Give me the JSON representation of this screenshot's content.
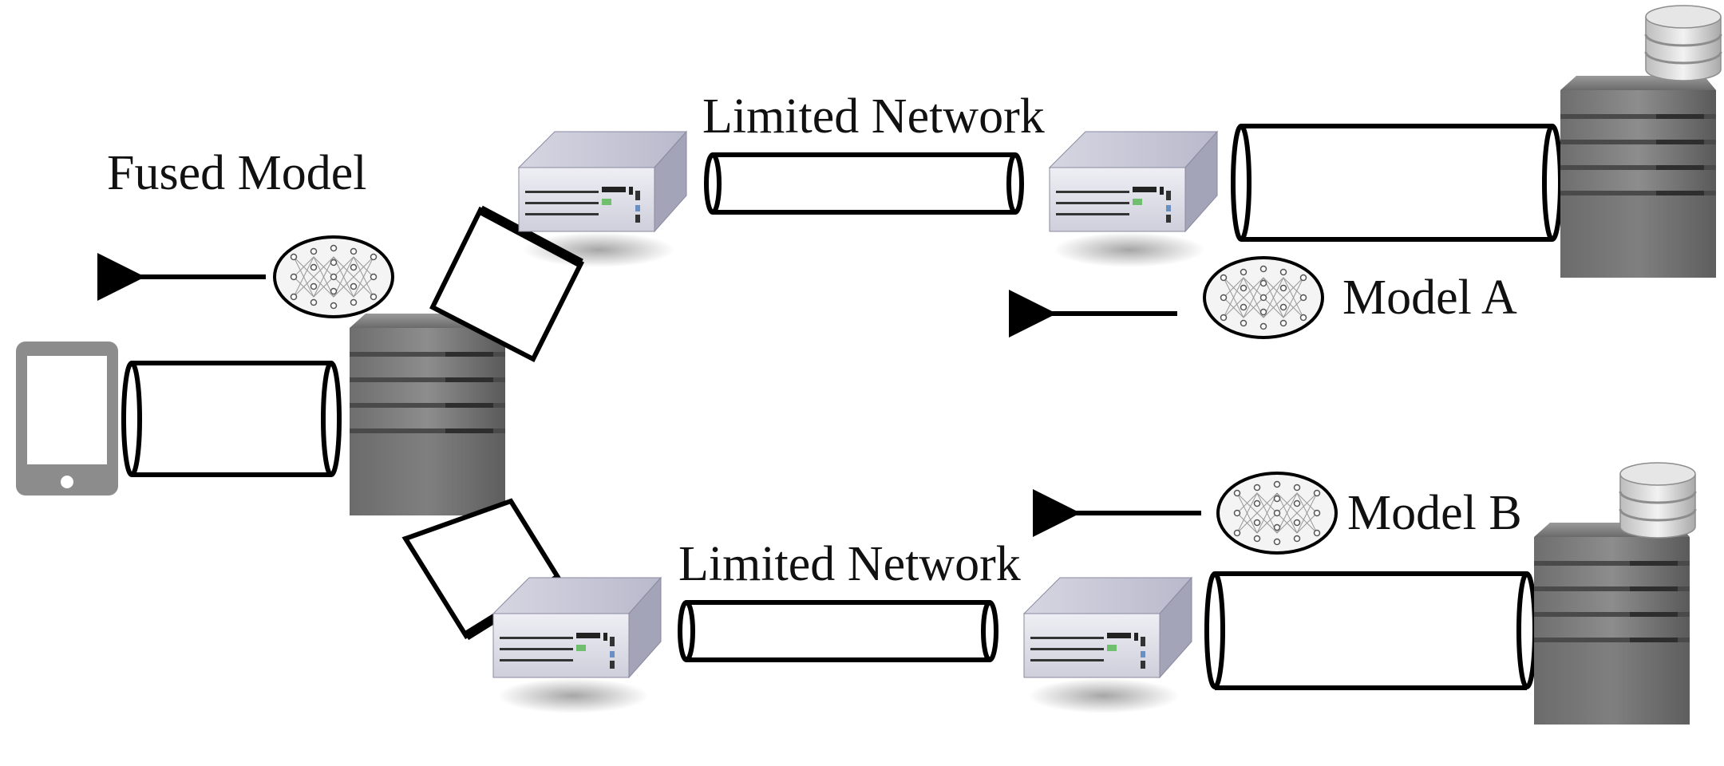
{
  "labels": {
    "fused_model": "Fused Model",
    "network_top": "Limited Network",
    "network_bottom": "Limited Network",
    "model_a": "Model A",
    "model_b": "Model B"
  },
  "colors": {
    "stroke": "#000000",
    "server_dark": "#555555",
    "server_light": "#8a8a8a",
    "box_front": "#e3e3ea",
    "box_top": "#c9c9d8",
    "box_side": "#9f9fb3",
    "device": "#8c8c8c"
  },
  "icons": {
    "edge_device": "tablet-icon",
    "server": "server-tower-icon",
    "router": "network-appliance-icon",
    "database": "database-icon",
    "model": "neural-network-icon"
  }
}
